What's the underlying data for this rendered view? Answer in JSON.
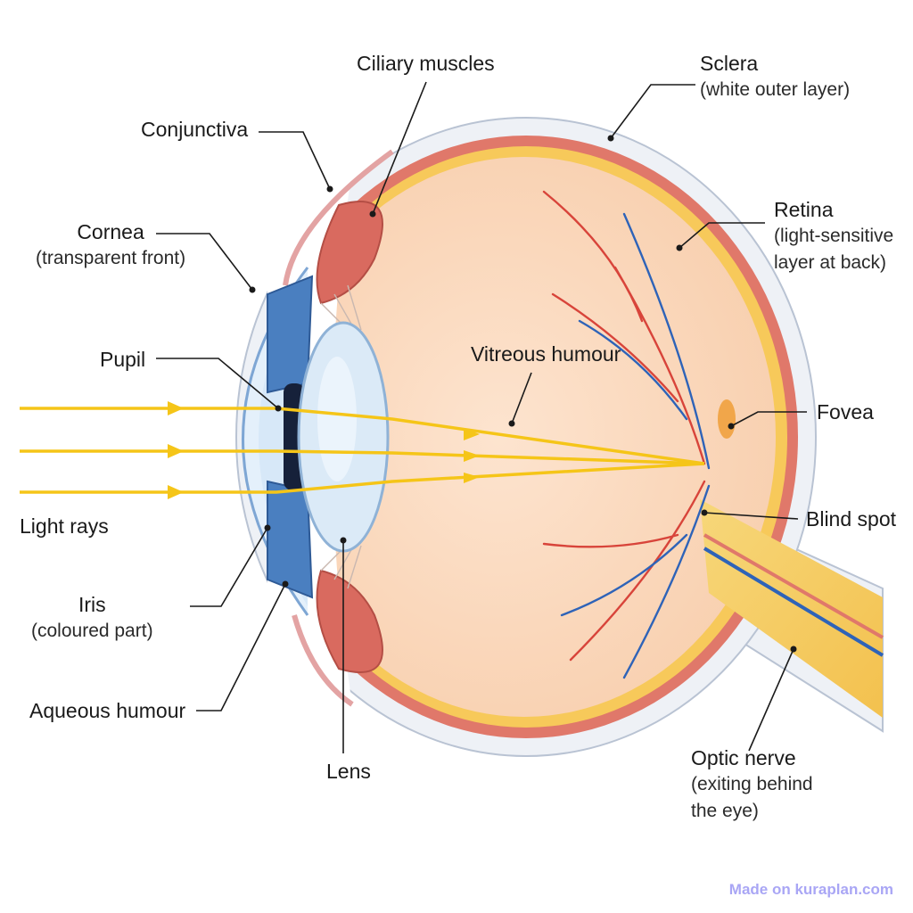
{
  "labels": {
    "ciliary": {
      "title": "Ciliary muscles"
    },
    "sclera": {
      "title": "Sclera",
      "sub": "(white outer layer)"
    },
    "conjunctiva": {
      "title": "Conjunctiva"
    },
    "cornea": {
      "title": "Cornea",
      "sub": "(transparent front)"
    },
    "retina": {
      "title": "Retina",
      "sub1": "(light-sensitive",
      "sub2": "layer at back)"
    },
    "pupil": {
      "title": "Pupil"
    },
    "vitreous": {
      "title": "Vitreous humour"
    },
    "fovea": {
      "title": "Fovea"
    },
    "blindspot": {
      "title": "Blind spot"
    },
    "lightrays": {
      "title": "Light rays"
    },
    "iris": {
      "title": "Iris",
      "sub": "(coloured part)"
    },
    "aqueous": {
      "title": "Aqueous humour"
    },
    "lens": {
      "title": "Lens"
    },
    "optic": {
      "title": "Optic nerve",
      "sub1": "(exiting behind",
      "sub2": "the eye)"
    }
  },
  "watermark": "Made on kuraplan.com",
  "colors": {
    "sclera": "#eef1f6",
    "choroid": "#e0786a",
    "retina": "#f7c95a",
    "vitreous": "#fbd9bf",
    "iris": "#4a7fc0",
    "lens": "#dbeaf7",
    "light": "#f5c518",
    "artery": "#d8443a",
    "vein": "#2e63b8"
  }
}
